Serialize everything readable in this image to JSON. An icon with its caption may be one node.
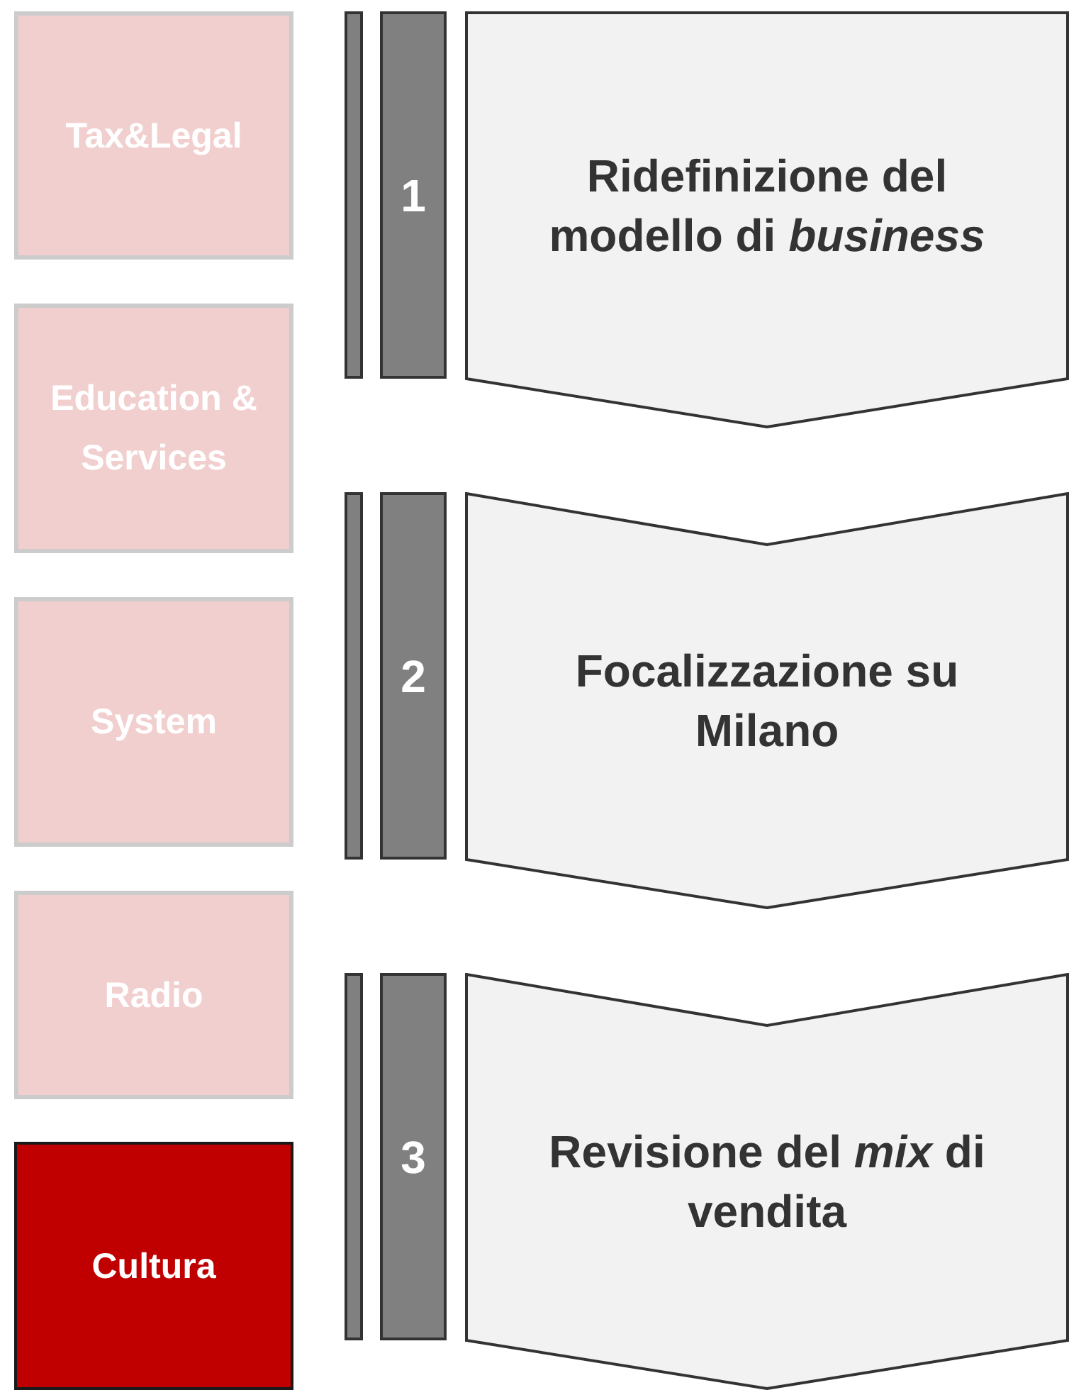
{
  "diagram": {
    "nodes": [
      {
        "text": [
          "Tax&Legal"
        ]
      },
      {
        "text": [
          "Education & Services"
        ]
      },
      {
        "text": [
          "System"
        ]
      },
      {
        "text": [
          "Radio"
        ]
      },
      {
        "text": [
          "Cultura"
        ]
      },
      {
        "text": [
          "1"
        ]
      },
      {
        "text": [
          "2"
        ]
      },
      {
        "text": [
          "3"
        ]
      },
      {
        "text": [
          "Ridefinizione del modello di *business*"
        ]
      },
      {
        "text": [
          "Focalizzazione su Milano"
        ]
      },
      {
        "text": [
          "Revisione del *mix* di vendita"
        ]
      }
    ]
  }
}
